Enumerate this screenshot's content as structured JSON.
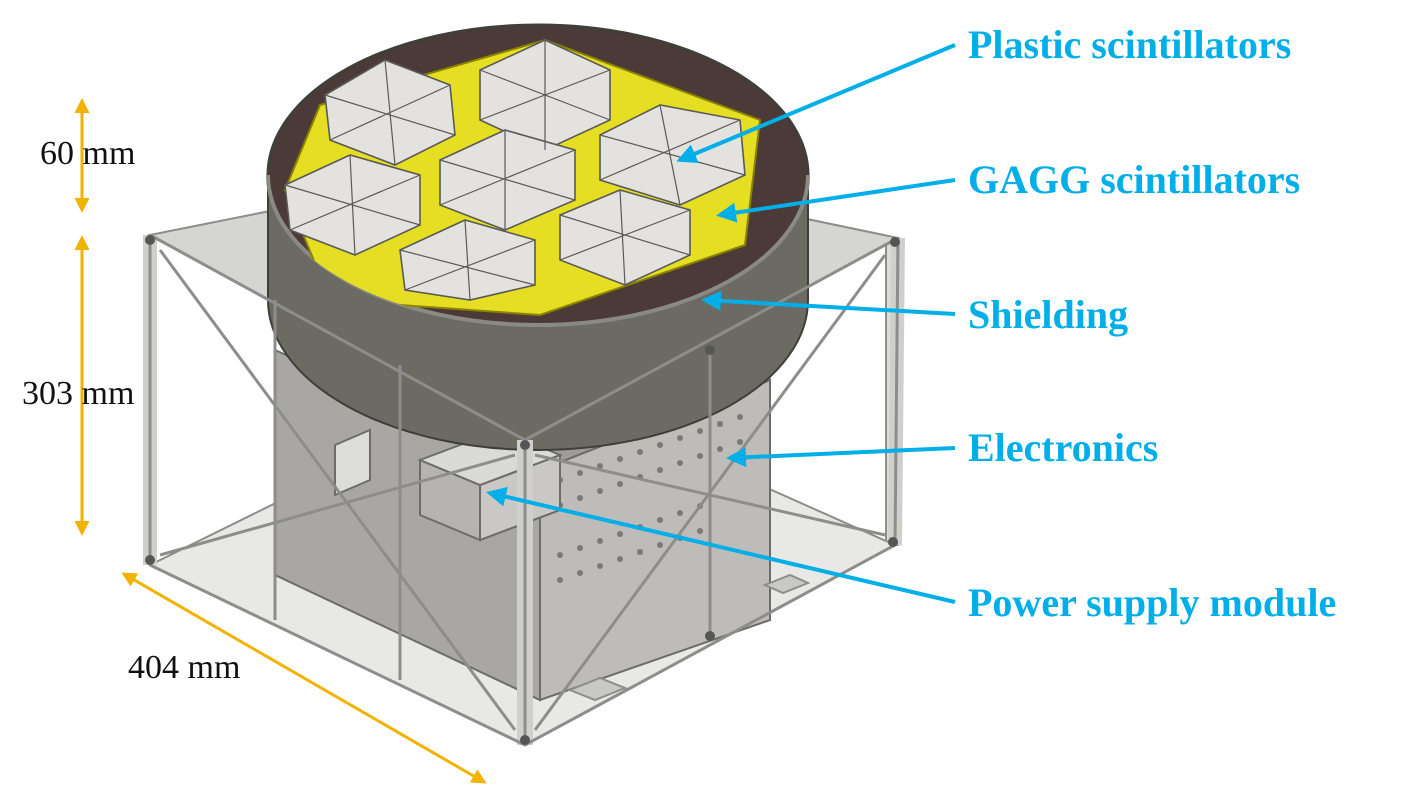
{
  "colors": {
    "callout": "#00aee8",
    "dimension": "#f2b200",
    "frame": "#dcdcda",
    "frame_edge": "#8d8d8b",
    "tile": "#e4e2df",
    "tile_edge": "#5a5a58",
    "gagg": "#e6de22",
    "shield": "#6b6b64",
    "shield_dark": "#4a4a44",
    "shield_inner": "#4b3a38",
    "electronics": "#bdbcb8",
    "psu": "#c9c8c4"
  },
  "labels": {
    "plastic": "Plastic scintillators",
    "gagg": "GAGG scintillators",
    "shielding": "Shielding",
    "electronics": "Electronics",
    "power": "Power supply module"
  },
  "dimensions": {
    "shield_height": "60 mm",
    "frame_height": "303 mm",
    "frame_width": "404 mm"
  }
}
